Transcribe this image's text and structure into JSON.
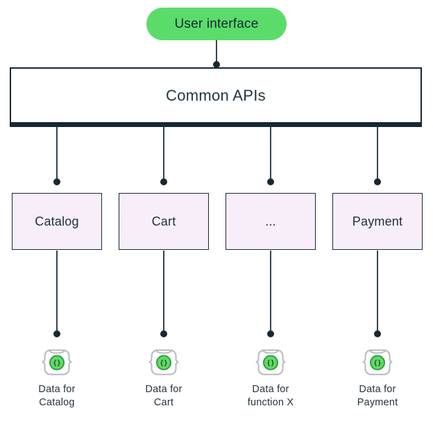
{
  "diagram": {
    "title_pill": {
      "label": "User interface"
    },
    "api_box": {
      "label": "Common APIs"
    },
    "services": [
      {
        "label": "Catalog"
      },
      {
        "label": "Cart"
      },
      {
        "label": "..."
      },
      {
        "label": "Payment"
      }
    ],
    "datastores": [
      {
        "line1": "Data for",
        "line2": "Catalog"
      },
      {
        "line1": "Data for",
        "line2": "Cart"
      },
      {
        "line1": "Data for",
        "line2": "function X"
      },
      {
        "line1": "Data for",
        "line2": "Payment"
      }
    ],
    "icon_glyph": "{}",
    "colors": {
      "accent_green": "#5bdc6a",
      "service_fill": "#f7eefa",
      "line_dark": "#152833",
      "icon_circle_fill": "#63d967",
      "icon_circle_border": "#2f9e41",
      "icon_outline_gray": "#b3babd"
    }
  }
}
